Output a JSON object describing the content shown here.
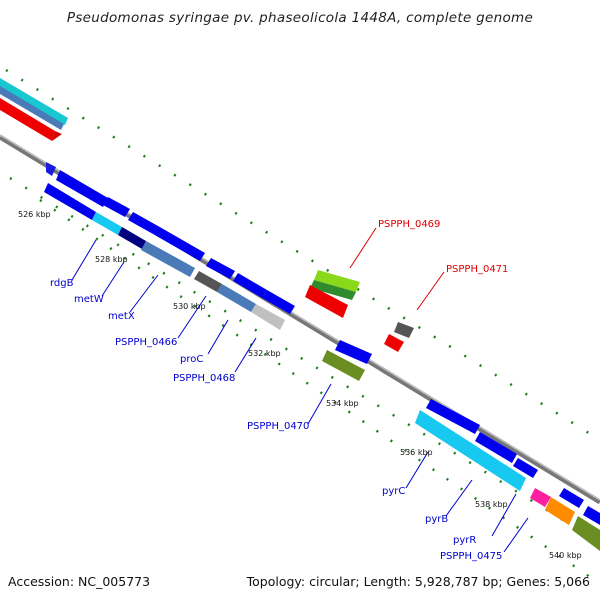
{
  "title": "Pseudomonas syringae pv. phaseolicola 1448A, complete genome",
  "footer": {
    "accession": "Accession: NC_005773",
    "summary": "Topology: circular; Length: 5,928,787 bp; Genes: 5,066"
  },
  "ticks": [
    {
      "label": "526 kbp",
      "kbp": 526
    },
    {
      "label": "528 kbp",
      "kbp": 528
    },
    {
      "label": "530 kbp",
      "kbp": 530
    },
    {
      "label": "532 kbp",
      "kbp": 532
    },
    {
      "label": "534 kbp",
      "kbp": 534
    },
    {
      "label": "536 kbp",
      "kbp": 536
    },
    {
      "label": "538 kbp",
      "kbp": 538
    },
    {
      "label": "540 kbp",
      "kbp": 540
    }
  ],
  "gene_labels": [
    {
      "text": "rdgB",
      "color": "#0000cc"
    },
    {
      "text": "metW",
      "color": "#0000cc"
    },
    {
      "text": "metX",
      "color": "#0000cc"
    },
    {
      "text": "PSPPH_0466",
      "color": "#0000cc"
    },
    {
      "text": "proC",
      "color": "#0000cc"
    },
    {
      "text": "PSPPH_0468",
      "color": "#0000cc"
    },
    {
      "text": "PSPPH_0469",
      "color": "#dd0000"
    },
    {
      "text": "PSPPH_0470",
      "color": "#0000cc"
    },
    {
      "text": "PSPPH_0471",
      "color": "#dd0000"
    },
    {
      "text": "pyrC",
      "color": "#0000cc"
    },
    {
      "text": "pyrB",
      "color": "#0000cc"
    },
    {
      "text": "pyrR",
      "color": "#0000cc"
    },
    {
      "text": "PSPPH_0475",
      "color": "#0000cc"
    }
  ],
  "colors": {
    "backbone": "#888888",
    "tick_marks": "#1f7f1f",
    "blue_gene": "#0000ee",
    "red_gene": "#ee0000",
    "label_blue": "#0000cc",
    "label_red": "#dd0000"
  }
}
